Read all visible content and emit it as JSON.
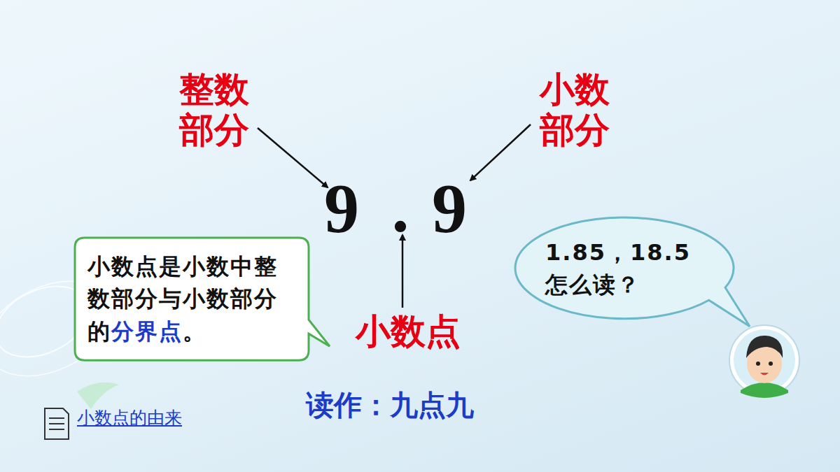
{
  "diagram": {
    "nodes": [
      {
        "text": [
          "小数点是小数中整数部分与小数部分的",
          "分界点",
          "。"
        ]
      },
      {
        "text": [
          "1.85，18.5 怎么读？"
        ]
      }
    ],
    "labels": [
      "整数部分",
      "小数部分",
      "9",
      ".",
      "9",
      "小数点",
      "读作：九点九",
      "小数点的由来"
    ]
  }
}
